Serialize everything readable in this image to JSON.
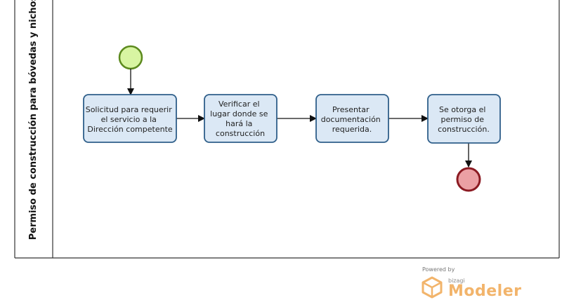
{
  "pool": {
    "lane_label": "Permiso de construcción para bóvedas y nichos"
  },
  "tasks": [
    {
      "lines": [
        "Solicitud para requerir",
        "el servicio a la",
        "Dirección competente"
      ]
    },
    {
      "lines": [
        "Verificar el",
        "lugar donde se",
        "hará la",
        "construcción"
      ]
    },
    {
      "lines": [
        "Presentar",
        "documentación",
        "requerida."
      ]
    },
    {
      "lines": [
        "Se otorga el",
        "permiso de",
        "construcción."
      ]
    }
  ],
  "colors": {
    "task_fill": "#dbe8f5",
    "task_border": "#2f5f8a",
    "start_fill": "#d8f5a2",
    "start_border": "#5c8a1e",
    "end_fill": "#eba0a4",
    "end_border": "#8b1a22",
    "brand_accent": "#f2b46b"
  },
  "branding": {
    "powered_by": "Powered by",
    "bizagi": "bizagi",
    "modeler": "Modeler",
    "icon": "bizagi-hexagon-icon"
  }
}
